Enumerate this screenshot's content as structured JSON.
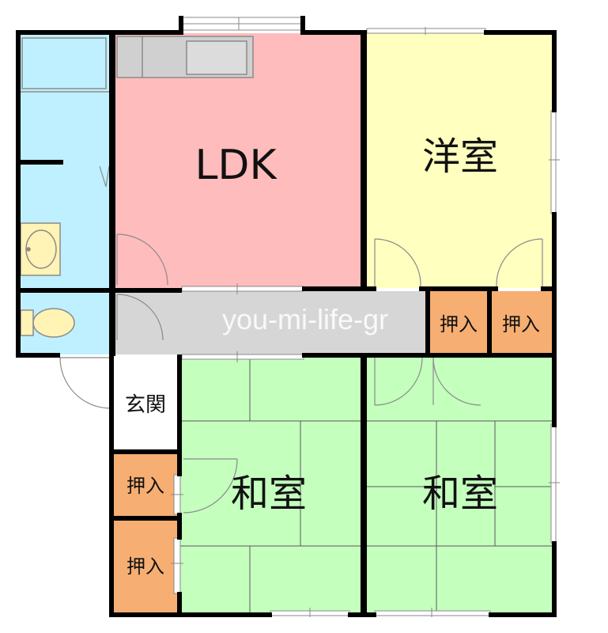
{
  "rooms": {
    "ldk": "LDK",
    "western": "洋室",
    "japanese_1": "和室",
    "japanese_2": "和室",
    "entrance": "玄関",
    "closet_1": "押入",
    "closet_2": "押入",
    "closet_3": "押入",
    "closet_4": "押入"
  },
  "watermark": "you-mi-life-gr",
  "colors": {
    "ldk": "#ffbcbc",
    "western": "#ffffbf",
    "japanese": "#c4ffbe",
    "water": "#bff0ff",
    "hall": "#d6d6d6",
    "closet": "#f6ae72",
    "fixture": "#fff3b5",
    "wall": "#000000"
  }
}
